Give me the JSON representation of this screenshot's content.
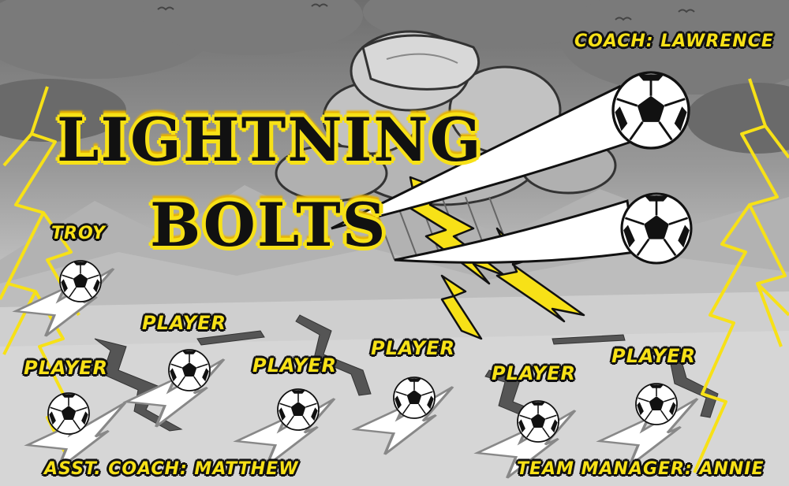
{
  "team": {
    "name_line1": "LIGHTNING",
    "name_line2": "BOLTS"
  },
  "staff": {
    "coach": "COACH: LAWRENCE",
    "asst_coach": "ASST. COACH: MATTHEW",
    "team_manager": "TEAM MANAGER: ANNIE"
  },
  "players": [
    "TROY",
    "PLAYER",
    "PLAYER",
    "PLAYER",
    "PLAYER",
    "PLAYER",
    "PLAYER"
  ],
  "colors": {
    "accent_yellow": "#f7e117",
    "outline": "#111111",
    "sky": "#8a8a8a",
    "ground": "#d0d0d0"
  },
  "icons": [
    "soccer-ball-icon",
    "lightning-bolt-icon",
    "storm-cloud-icon"
  ]
}
